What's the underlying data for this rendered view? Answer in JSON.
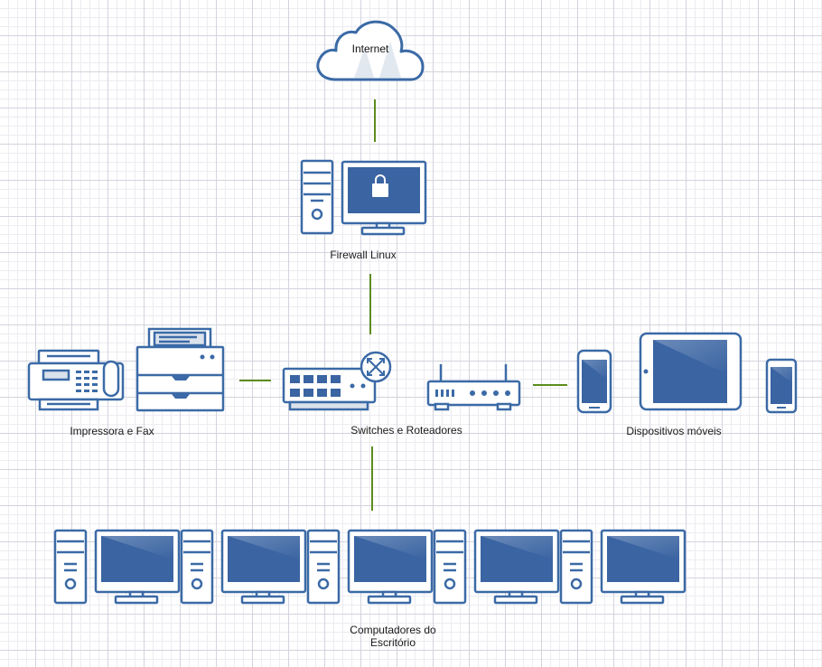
{
  "colors": {
    "stroke": "#3b6aa6",
    "screen": "#3a64a2",
    "connector": "#5c8c1e",
    "label": "#1a1a1a"
  },
  "nodes": {
    "internet": {
      "label": "Internet",
      "icon": "cloud-icon"
    },
    "firewall": {
      "label": "Firewall Linux",
      "icon": "workstation-lock-icon"
    },
    "printer_fax": {
      "label": "Impressora e Fax",
      "icon": "fax-and-printer-icon"
    },
    "switches": {
      "label": "Switches e Roteadores",
      "icon": "switch-and-router-icon"
    },
    "mobile": {
      "label": "Dispositivos móveis",
      "icon": "phone-and-tablet-icon"
    },
    "office": {
      "label_line1": "Computadores do",
      "label_line2": "Escritório",
      "icon": "desktop-computer-icon",
      "count": 5
    }
  },
  "edges": [
    {
      "from": "internet",
      "to": "firewall"
    },
    {
      "from": "firewall",
      "to": "switches"
    },
    {
      "from": "printer_fax",
      "to": "switches"
    },
    {
      "from": "switches",
      "to": "mobile"
    },
    {
      "from": "switches",
      "to": "office"
    }
  ]
}
